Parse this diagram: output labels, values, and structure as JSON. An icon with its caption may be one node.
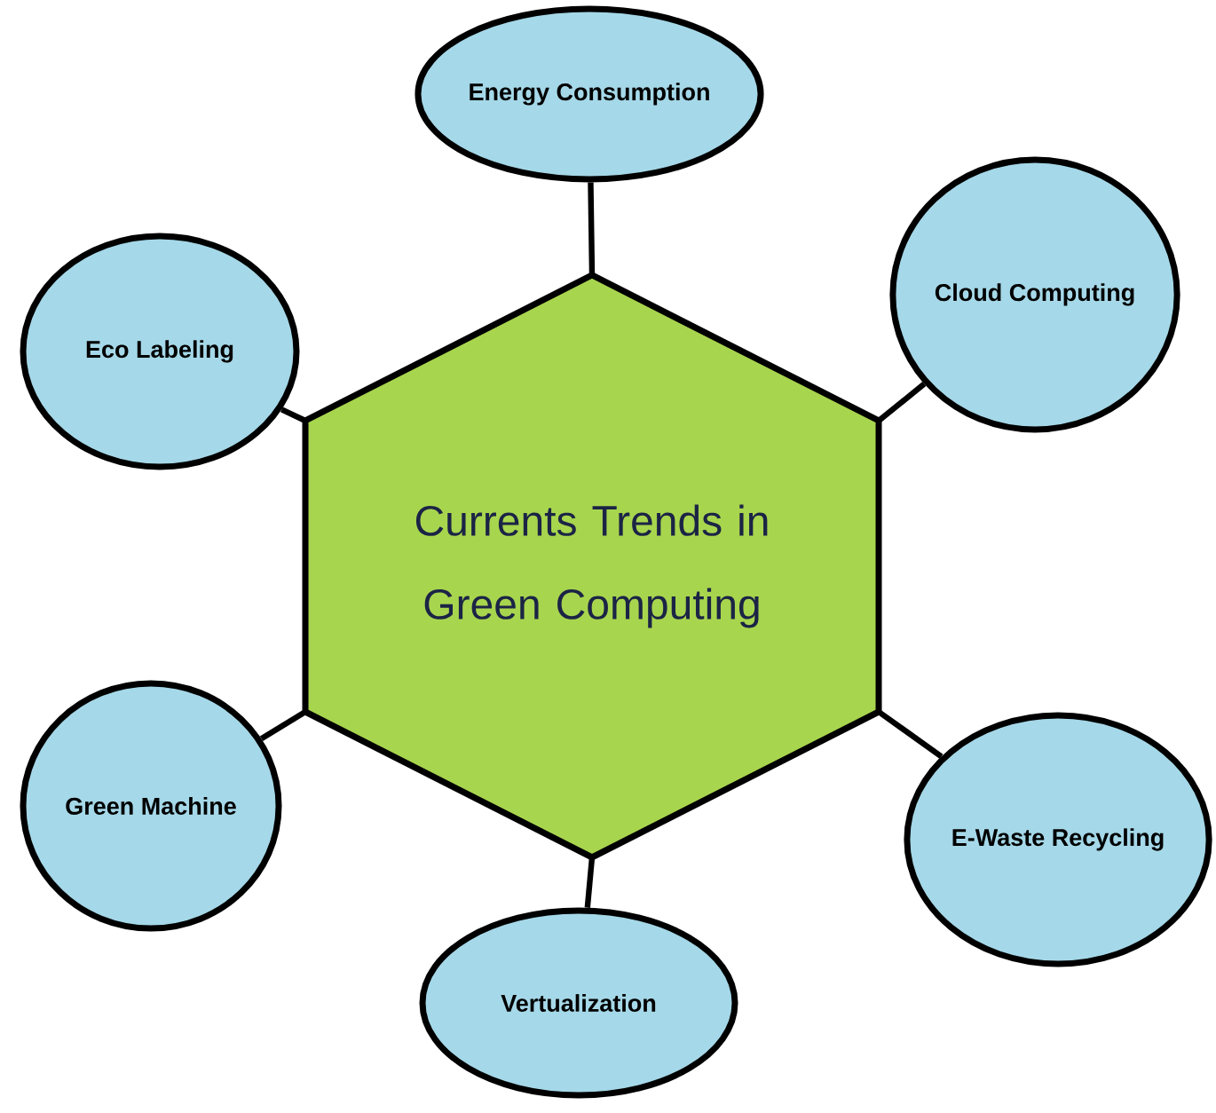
{
  "diagram": {
    "nodes": [
      {
        "text": [
          "Energy Consumption"
        ]
      },
      {
        "text": [
          "Cloud Computing"
        ]
      },
      {
        "text": [
          "Eco Labeling"
        ]
      },
      {
        "text": [
          "Currents Trends in Green Computing"
        ]
      },
      {
        "text": [
          "Green Machine"
        ]
      },
      {
        "text": [
          "E-Waste Recycling"
        ]
      },
      {
        "text": [
          "Vertualization"
        ]
      }
    ],
    "edges": [
      {
        "from": 3,
        "to": 0,
        "arrow": "none"
      },
      {
        "from": 3,
        "to": 1,
        "arrow": "none"
      },
      {
        "from": 3,
        "to": 2,
        "arrow": "none"
      },
      {
        "from": 3,
        "to": 4,
        "arrow": "none"
      },
      {
        "from": 3,
        "to": 5,
        "arrow": "none"
      },
      {
        "from": 3,
        "to": 6,
        "arrow": "none"
      }
    ]
  }
}
